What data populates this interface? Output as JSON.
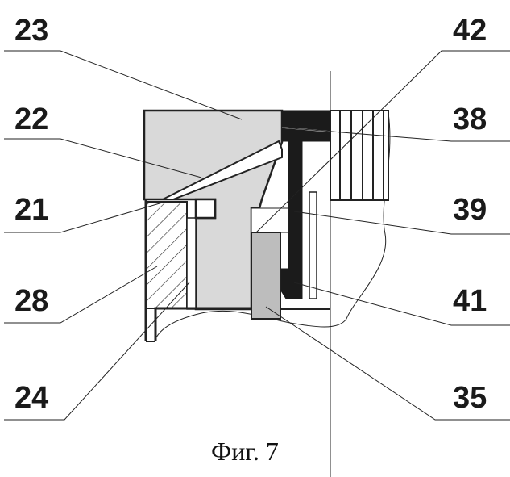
{
  "figure": {
    "caption": "Фиг. 7",
    "labels_left": [
      "23",
      "22",
      "21",
      "28",
      "24"
    ],
    "labels_right": [
      "42",
      "38",
      "39",
      "41",
      "35"
    ]
  }
}
